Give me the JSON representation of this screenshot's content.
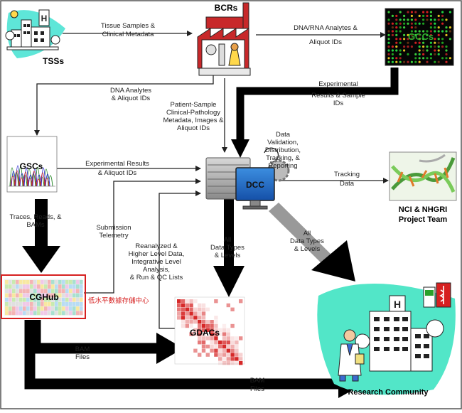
{
  "nodes": {
    "tss": "TSSs",
    "bcr": "BCRs",
    "gcc": "GCCs",
    "gsc": "GSCs",
    "dcc": "DCC",
    "nci": [
      "NCI & NHGRI",
      "Project Team"
    ],
    "cghub": "CGHub",
    "gdac": "GDACs",
    "research": "Research Community"
  },
  "annotation": "低水平數據存儲中心",
  "edges": {
    "tss_bcr": [
      "Tissue Samples &",
      "Clinical Metadata"
    ],
    "bcr_gcc": [
      "DNA/RNA Analytes &",
      "Aliquot IDs"
    ],
    "bcr_gsc": [
      "DNA Analytes",
      "& Aliquot IDs"
    ],
    "bcr_dcc": [
      "Patient-Sample",
      "Clinical-Pathology",
      "Metadata, Images &",
      "Aliquot IDs"
    ],
    "gcc_dcc": [
      "Experimental",
      "Results & Sample",
      "IDs"
    ],
    "dcc_self": [
      "Data",
      "Validation,",
      "Distribution,",
      "Tracking, &",
      "Reporting"
    ],
    "gsc_dcc": [
      "Experimental Results",
      "& Aliquot IDs"
    ],
    "dcc_nci": [
      "Tracking",
      "Data"
    ],
    "gsc_cghub": [
      "Traces, Reads, &",
      "BAMs"
    ],
    "cghub_dcc": [
      "Submission",
      "Telemetry"
    ],
    "gdac_dcc": [
      "Reanalyzed &",
      "Higher Level Data,",
      "Integrative Level",
      "Analysis,",
      "& Run & QC Lists"
    ],
    "dcc_gdac": [
      "All",
      "Data Types",
      "& Levels"
    ],
    "dcc_research": [
      "All",
      "Data Types",
      "& Levels"
    ],
    "cghub_gdac": [
      "BAM",
      "Files"
    ],
    "cghub_research": [
      "BAM",
      "Files"
    ]
  },
  "colors": {
    "highlight": "#d62020",
    "arrow": "#000000",
    "arrow_gray": "#8c8c8c",
    "dcc_screen": "#1e6ec8",
    "gcc_green": "#2fae2f"
  }
}
